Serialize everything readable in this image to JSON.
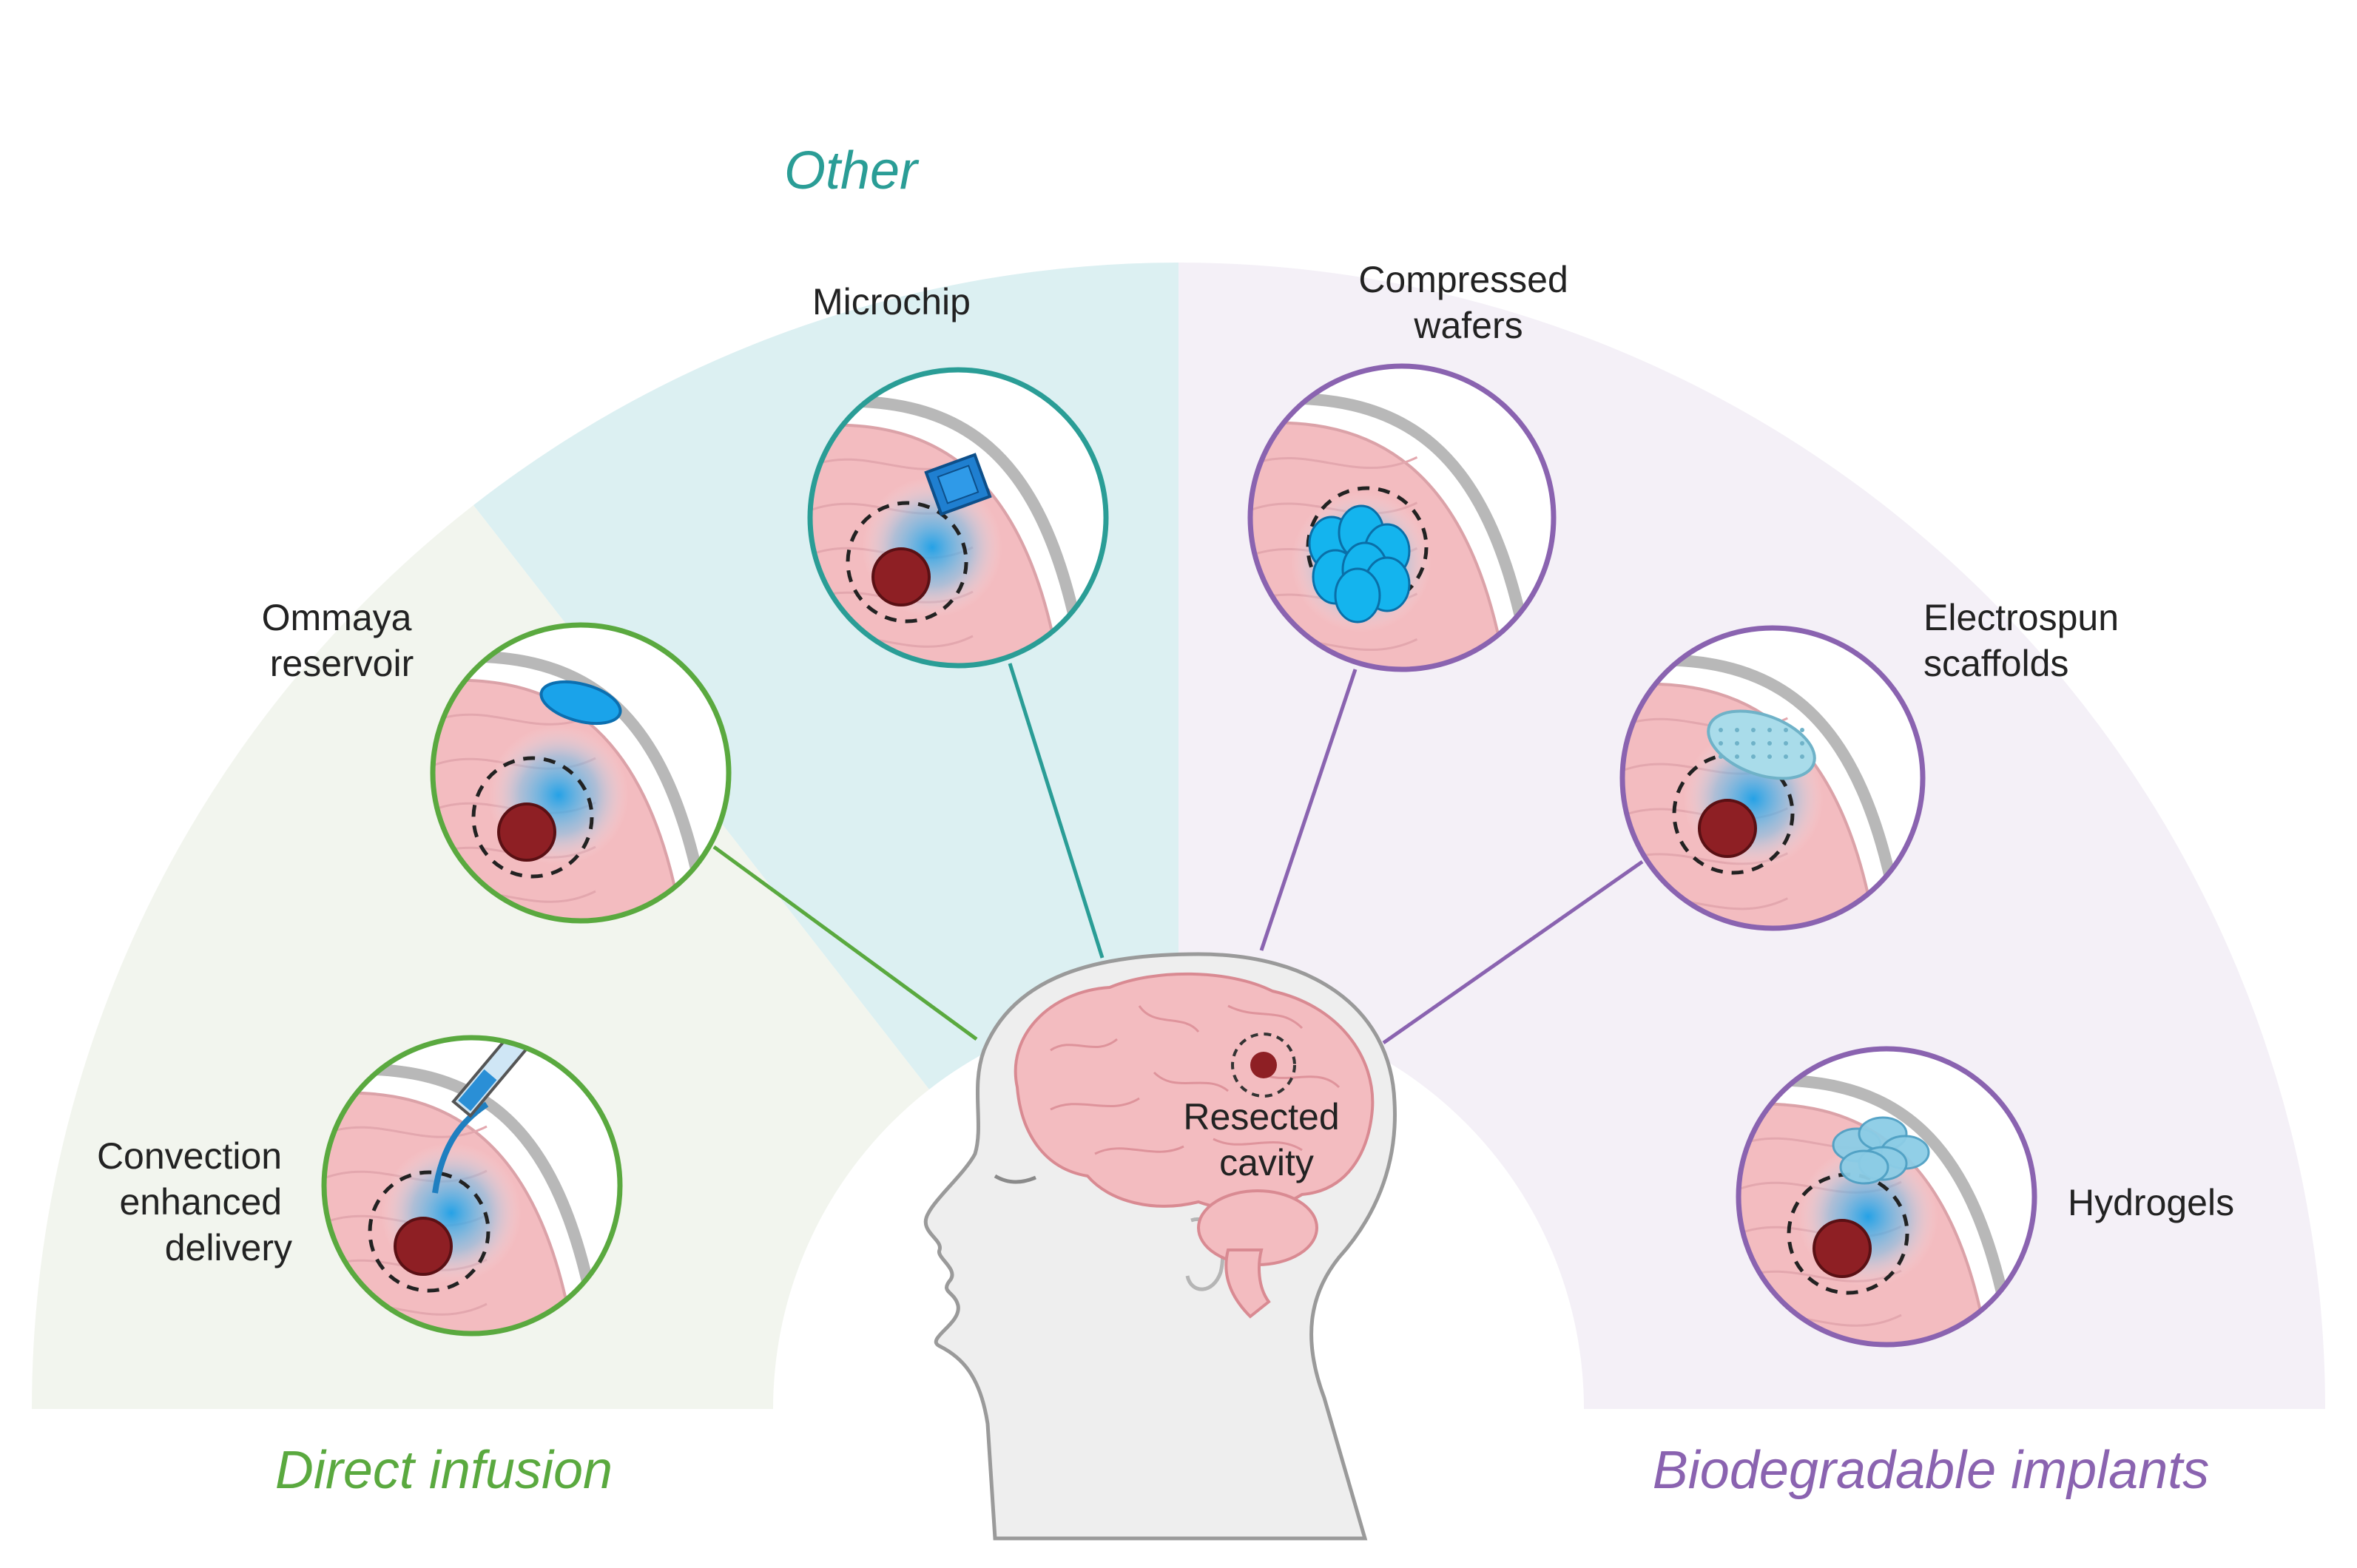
{
  "categories": {
    "direct": "Direct infusion",
    "other": "Other",
    "biodegradable": "Biodegradable implants"
  },
  "items": {
    "convection": [
      "Convection",
      "enhanced",
      "delivery"
    ],
    "ommaya": [
      "Ommaya",
      "reservoir"
    ],
    "microchip": [
      "Microchip"
    ],
    "wafers": [
      "Compressed",
      "wafers"
    ],
    "electrospun": [
      "Electrospun",
      "scaffolds"
    ],
    "hydrogels": [
      "Hydrogels"
    ]
  },
  "center_label": [
    "Resected",
    "cavity"
  ],
  "colors": {
    "direct": "#5aa93f",
    "other": "#2a9d96",
    "biodegradable": "#8a63b0",
    "direct_bg": "#f2f5ee",
    "other_bg": "#dcf0f2",
    "biodegradable_bg": "#f4f0f7",
    "brain": "#f3bcc0",
    "tumor": "#8e1f24",
    "drug": "#1aa0e8"
  },
  "icons": {
    "convection": "syringe-icon",
    "ommaya": "reservoir-icon",
    "microchip": "microchip-icon",
    "wafers": "wafer-icon",
    "electrospun": "scaffold-icon",
    "hydrogels": "hydrogel-icon"
  }
}
